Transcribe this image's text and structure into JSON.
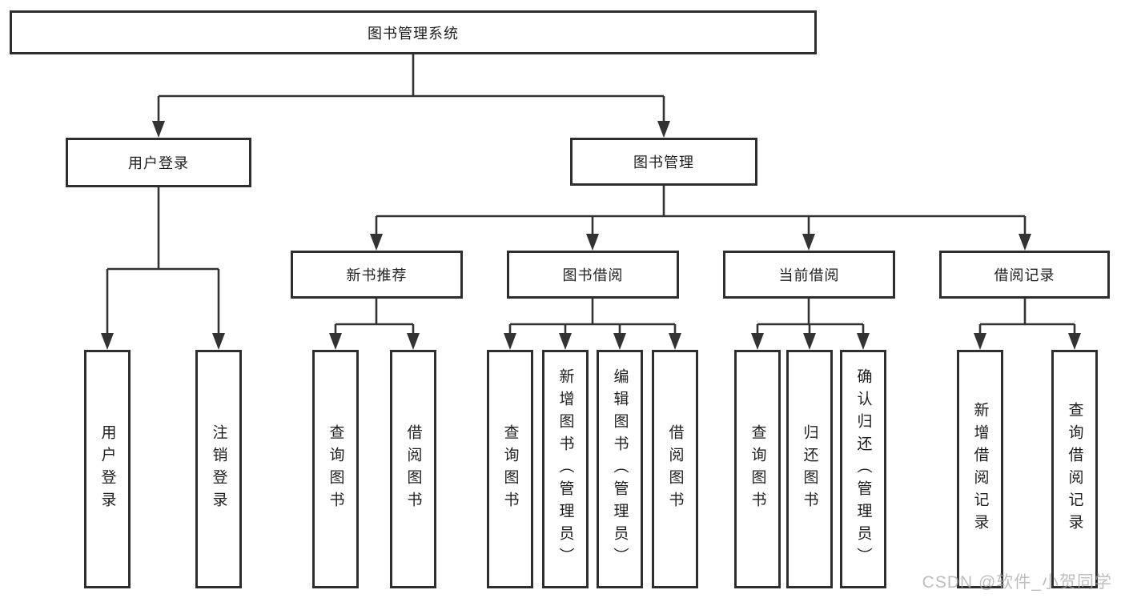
{
  "colors": {
    "line": "#333333",
    "box_border": "#2e2e2e",
    "text": "#1f1f1f",
    "watermark": "rgba(168,168,168,0.75)"
  },
  "watermark": "CSDN @软件_小贺同学",
  "tree": {
    "root": "图书管理系统",
    "branches": [
      {
        "label": "用户登录",
        "children": [
          "用户登录",
          "注销登录"
        ]
      },
      {
        "label": "图书管理",
        "modules": [
          {
            "label": "新书推荐",
            "children": [
              "查询图书",
              "借阅图书"
            ]
          },
          {
            "label": "图书借阅",
            "children": [
              "查询图书",
              "新增图书（管理员）",
              "编辑图书（管理员）",
              "借阅图书"
            ]
          },
          {
            "label": "当前借阅",
            "children": [
              "查询图书",
              "归还图书",
              "确认归还（管理员）"
            ]
          },
          {
            "label": "借阅记录",
            "children": [
              "新增借阅记录",
              "查询借阅记录"
            ]
          }
        ]
      }
    ]
  }
}
